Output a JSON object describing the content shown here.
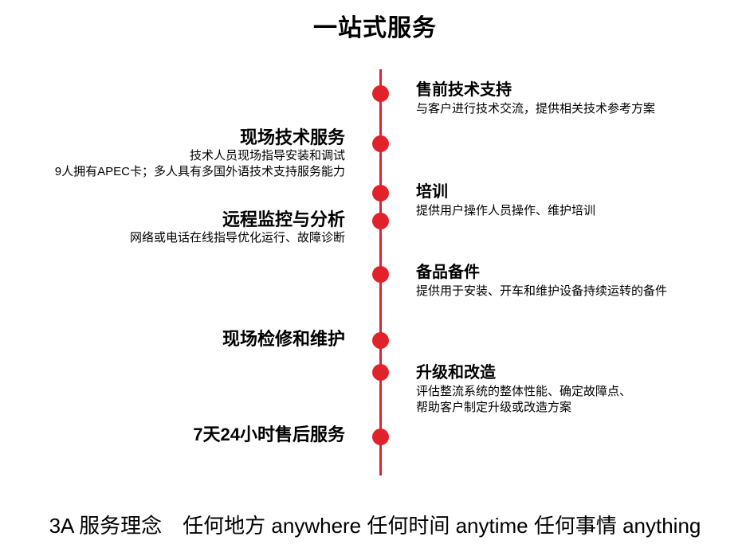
{
  "title": "一站式服务",
  "colors": {
    "accent": "#e2222a",
    "text": "#000000",
    "background": "#ffffff"
  },
  "timeline": {
    "items": [
      {
        "side": "right",
        "title": "售前技术支持",
        "desc": [
          "与客户进行技术交流，提供相关技术参考方案"
        ]
      },
      {
        "side": "left",
        "title": "现场技术服务",
        "desc": [
          "技术人员现场指导安装和调试",
          "9人拥有APEC卡；多人具有多国外语技术支持服务能力"
        ]
      },
      {
        "side": "right",
        "title": "培训",
        "desc": [
          "提供用户操作人员操作、维护培训"
        ]
      },
      {
        "side": "left",
        "title": "远程监控与分析",
        "desc": [
          "网络或电话在线指导优化运行、故障诊断"
        ]
      },
      {
        "side": "right",
        "title": "备品备件",
        "desc": [
          "提供用于安装、开车和维护设备持续运转的备件"
        ]
      },
      {
        "side": "left",
        "title": "现场检修和维护",
        "desc": []
      },
      {
        "side": "right",
        "title": "升级和改造",
        "desc": [
          "评估整流系统的整体性能、确定故障点、",
          "帮助客户制定升级或改造方案"
        ]
      },
      {
        "side": "left",
        "title": "7天24小时售后服务",
        "desc": []
      }
    ]
  },
  "footer": {
    "slogan": "3A 服务理念　任何地方 anywhere 任何时间 anytime 任何事情 anything"
  }
}
